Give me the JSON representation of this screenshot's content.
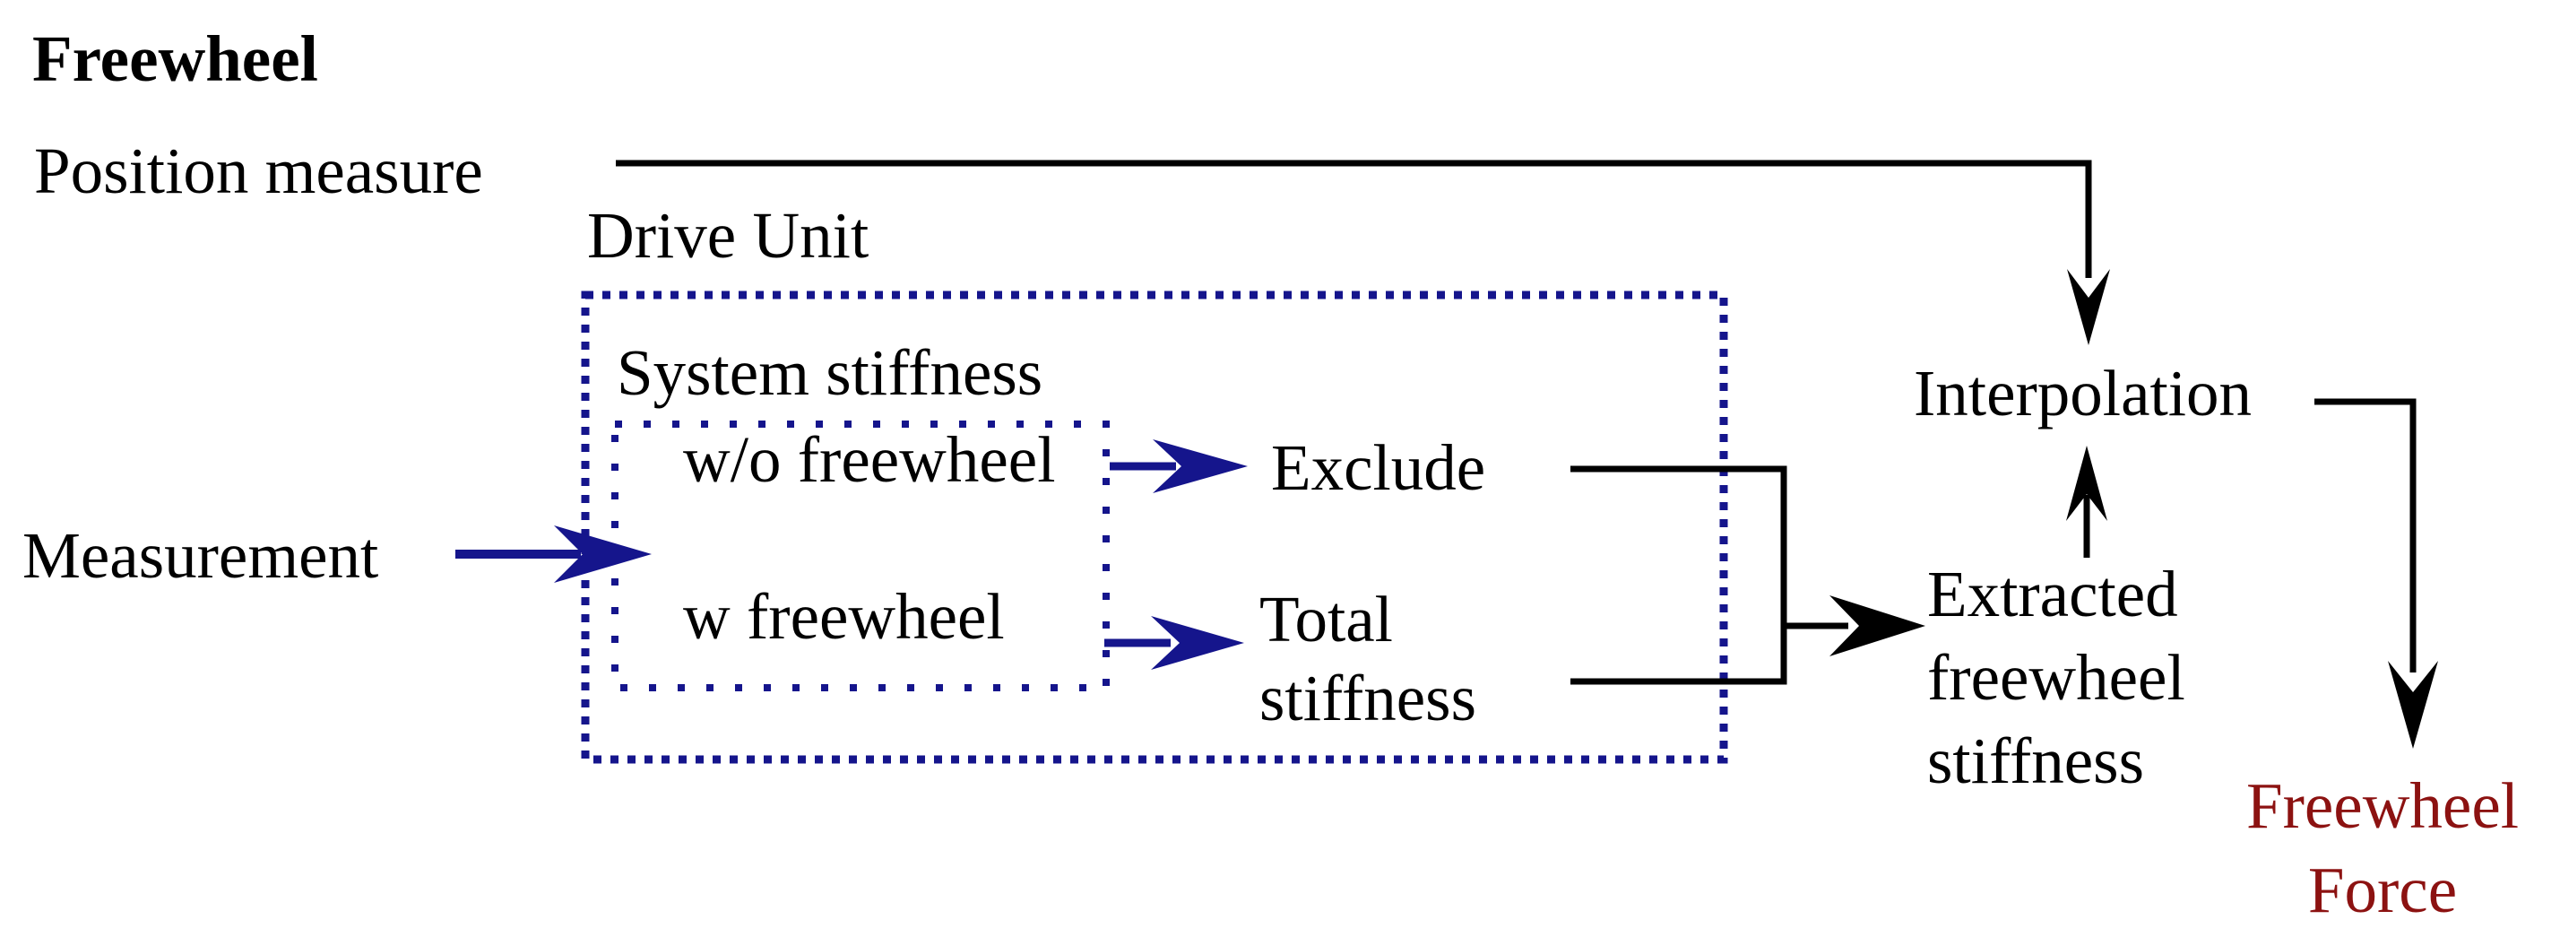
{
  "page": {
    "title": "Freewheel",
    "background": "#ffffff"
  },
  "colors": {
    "line_black": "#000000",
    "accent_navy": "#15158c",
    "accent_dark_red": "#8c1211"
  },
  "diagram": {
    "title": "Freewheel",
    "labels": {
      "position_measure": "Position measure",
      "measurement": "Measurement",
      "drive_unit": "Drive Unit",
      "system_stiffness": "System stiffness",
      "without_freewheel": "w/o freewheel",
      "with_freewheel": "w freewheel",
      "exclude": "Exclude",
      "total_stiffness": {
        "lines": [
          "Total",
          "stiffness"
        ]
      },
      "interpolation": "Interpolation",
      "extracted_freewheel_stiffness": {
        "lines": [
          "Extracted",
          "freewheel",
          "stiffness"
        ]
      },
      "freewheel_force": {
        "lines": [
          "Freewheel",
          "Force"
        ]
      }
    }
  }
}
